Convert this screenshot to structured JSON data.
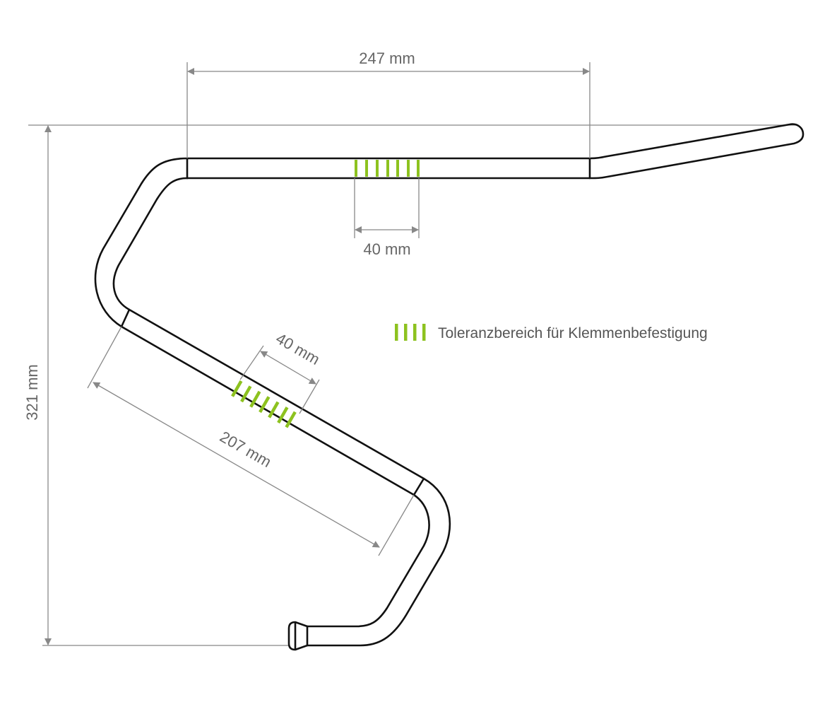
{
  "dimensions": {
    "top_length": "247 mm",
    "total_height": "321 mm",
    "top_tolerance": "40 mm",
    "diagonal_tolerance": "40 mm",
    "diagonal_length": "207 mm"
  },
  "legend": {
    "label": "Toleranzbereich für Klemmenbefestigung",
    "icon": "green-hatch-icon"
  },
  "colors": {
    "hatch": "#8dc21f",
    "dimension": "#888888",
    "outline": "#111111"
  }
}
